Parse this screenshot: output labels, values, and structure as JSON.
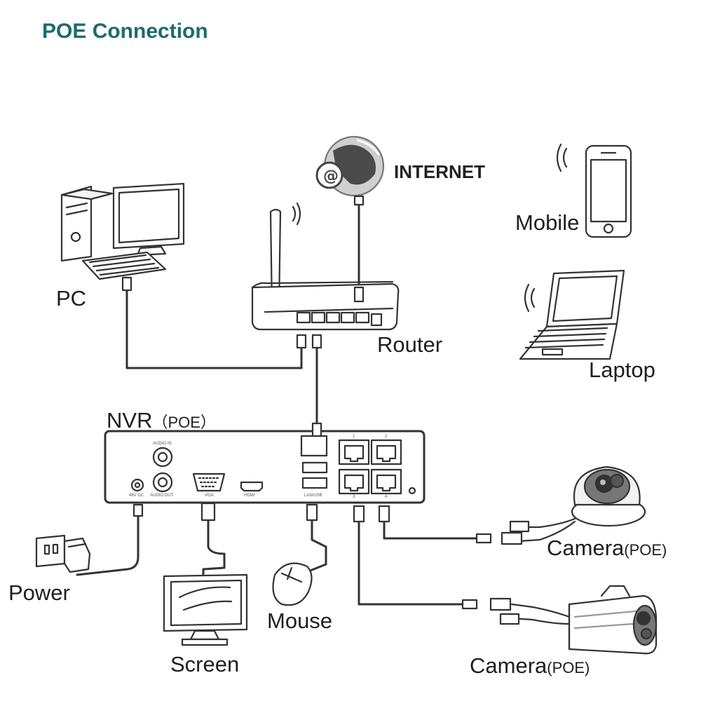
{
  "title": "POE Connection",
  "internet_label": "INTERNET",
  "devices": {
    "pc": "PC",
    "router": "Router",
    "mobile": "Mobile",
    "laptop": "Laptop",
    "nvr": "NVR",
    "nvr_suffix": "（POE）",
    "power": "Power",
    "screen": "Screen",
    "mouse": "Mouse",
    "camera_dome": "Camera",
    "camera_dome_suffix": "(POE)",
    "camera_bullet": "Camera",
    "camera_bullet_suffix": "(POE)"
  },
  "nvr_ports": {
    "audio_in": "AUDIO IN",
    "audio_out": "AUDIO OUT",
    "power_in": "48V DC",
    "vga": "VGA",
    "hdmi": "HDMI",
    "lan": "LAN/USB",
    "poe_numbers": [
      "1",
      "2",
      "3",
      "4"
    ]
  }
}
